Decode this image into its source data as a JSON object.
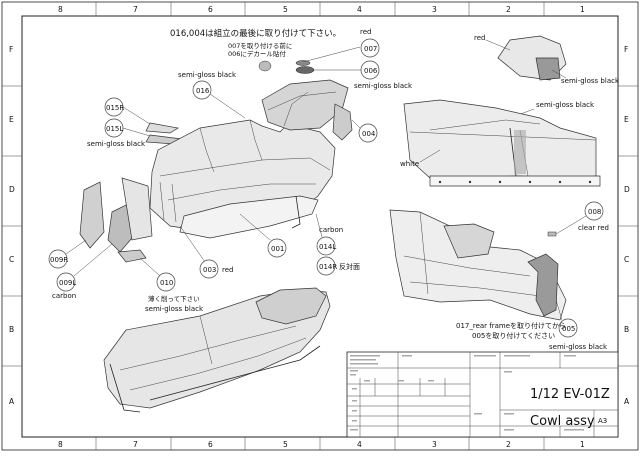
{
  "drawing": {
    "notes": {
      "top_note": "016,004は組立の最後に取り付けて下さい。",
      "install_note_1": "007を取り付ける前に",
      "install_note_2": "006にデカール貼付",
      "opposite": "反対面",
      "shave_note_1": "薄く削って下さい",
      "rear_note_1": "017_rear frameを取り付けてから",
      "rear_note_2": "005を取り付けてください"
    },
    "materials": {
      "red_top": "red",
      "red_right": "red",
      "red_003": "red",
      "sgb_006": "semi-gloss black",
      "sgb_016": "semi-gloss black",
      "sgb_015": "semi-gloss black",
      "sgb_right_top": "semi-gloss black",
      "sgb_right_mid": "semi-gloss black",
      "sgb_010": "semi-gloss black",
      "sgb_005": "semi-gloss black",
      "white": "white",
      "carbon_014": "carbon",
      "carbon_009": "carbon",
      "clear_red": "clear red"
    },
    "parts": [
      "007",
      "006",
      "016",
      "015R",
      "015L",
      "004",
      "001",
      "014L",
      "014R",
      "009R",
      "009L",
      "010",
      "003",
      "008",
      "005"
    ],
    "zones": {
      "columns": [
        "8",
        "7",
        "6",
        "5",
        "4",
        "3",
        "2",
        "1"
      ],
      "rows": [
        "F",
        "E",
        "D",
        "C",
        "B",
        "A"
      ]
    },
    "title_block": {
      "model": "1/12 EV-01Z",
      "part_name": "Cowl assy",
      "size": "A3"
    }
  }
}
